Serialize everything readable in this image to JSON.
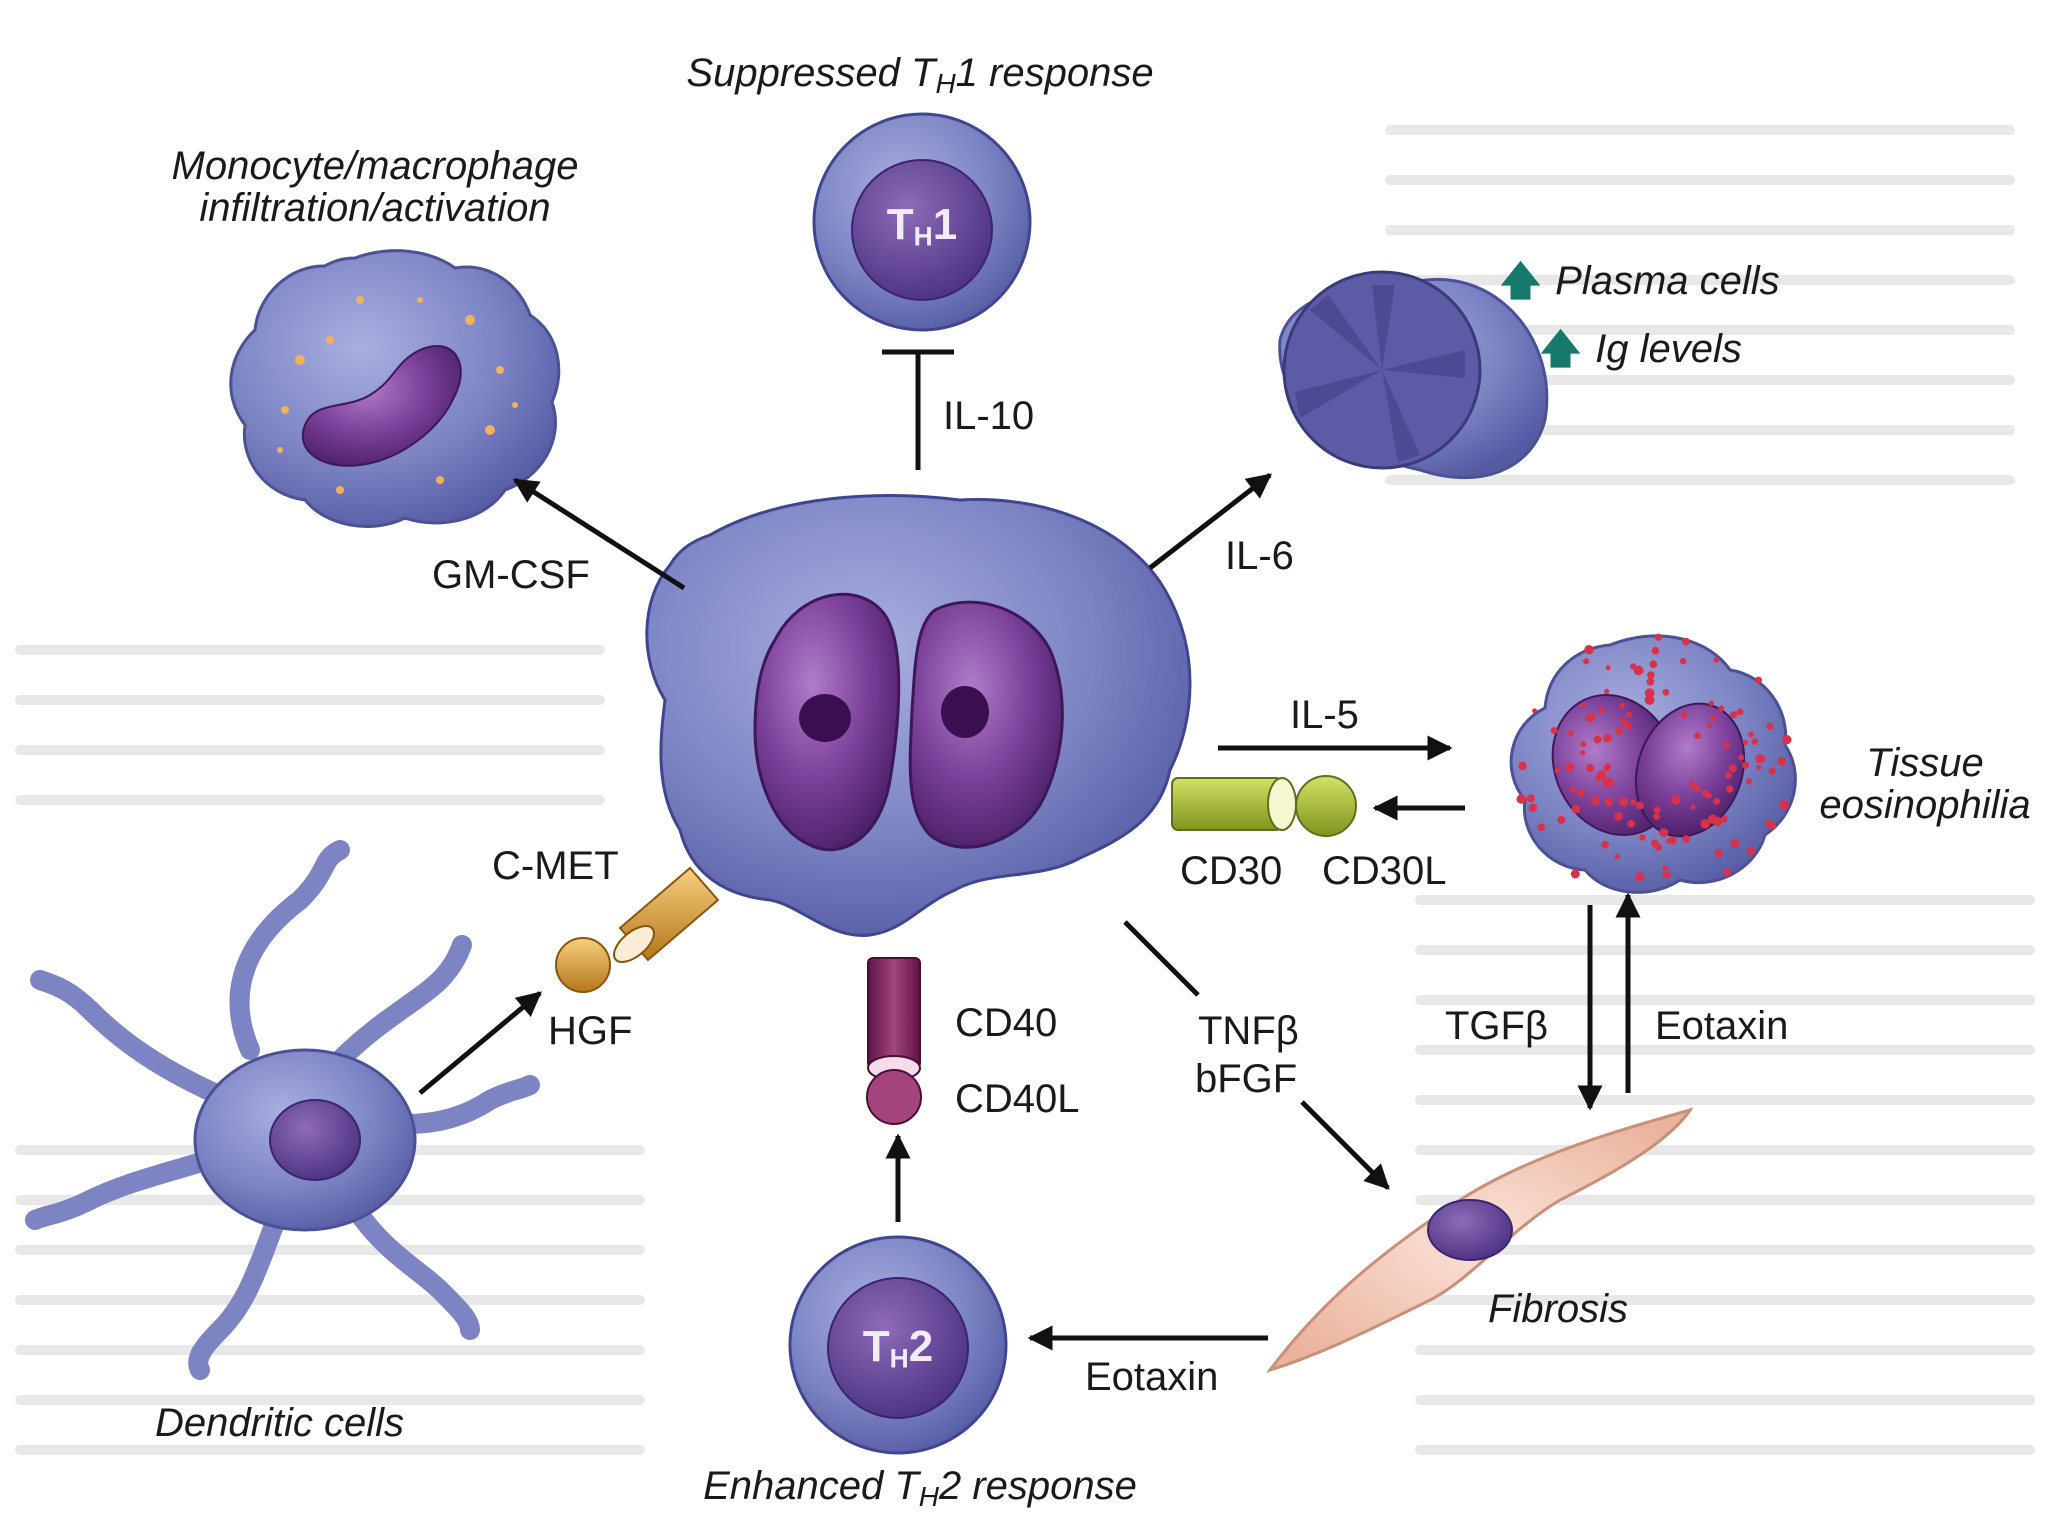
{
  "labels": {
    "suppressed_prefix": "Suppressed T",
    "suppressed_sub": "H",
    "suppressed_suffix": "1 response",
    "mono_line1": "Monocyte/macrophage",
    "mono_line2": "infiltration/activation",
    "plasma_cells": "Plasma cells",
    "ig_levels": "Ig levels",
    "il10": "IL-10",
    "gmcsf": "GM-CSF",
    "il6": "IL-6",
    "il5": "IL-5",
    "tissue_line1": "Tissue",
    "tissue_line2": "eosinophilia",
    "cmet": "C-MET",
    "cd30": "CD30",
    "cd30l": "CD30L",
    "hgf": "HGF",
    "cd40": "CD40",
    "cd40l": "CD40L",
    "tnfb": "TNFβ",
    "bfgf": "bFGF",
    "tgfb": "TGFβ",
    "eotaxin_right": "Eotaxin",
    "eotaxin_bottom": "Eotaxin",
    "fibrosis": "Fibrosis",
    "dendritic": "Dendritic cells",
    "enhanced_prefix": "Enhanced T",
    "enhanced_sub": "H",
    "enhanced_suffix": "2 response"
  },
  "cells": {
    "th1_main": "T",
    "th1_sub": "H",
    "th1_num": "1",
    "th2_main": "T",
    "th2_sub": "H",
    "th2_num": "2"
  },
  "icons": {
    "increase": "up-arrow-icon"
  },
  "colors": {
    "cell_blue": "#7c84c4",
    "nucleus_purple": "#7a3f99",
    "increase_arrow": "#157a6b",
    "eosinophil_granule": "#d8324a",
    "fibroblast": "#f2c4b2",
    "cd30_receptor": "#a9bf3a",
    "cmet_receptor": "#e0a040",
    "cd40_receptor": "#8a2660"
  }
}
